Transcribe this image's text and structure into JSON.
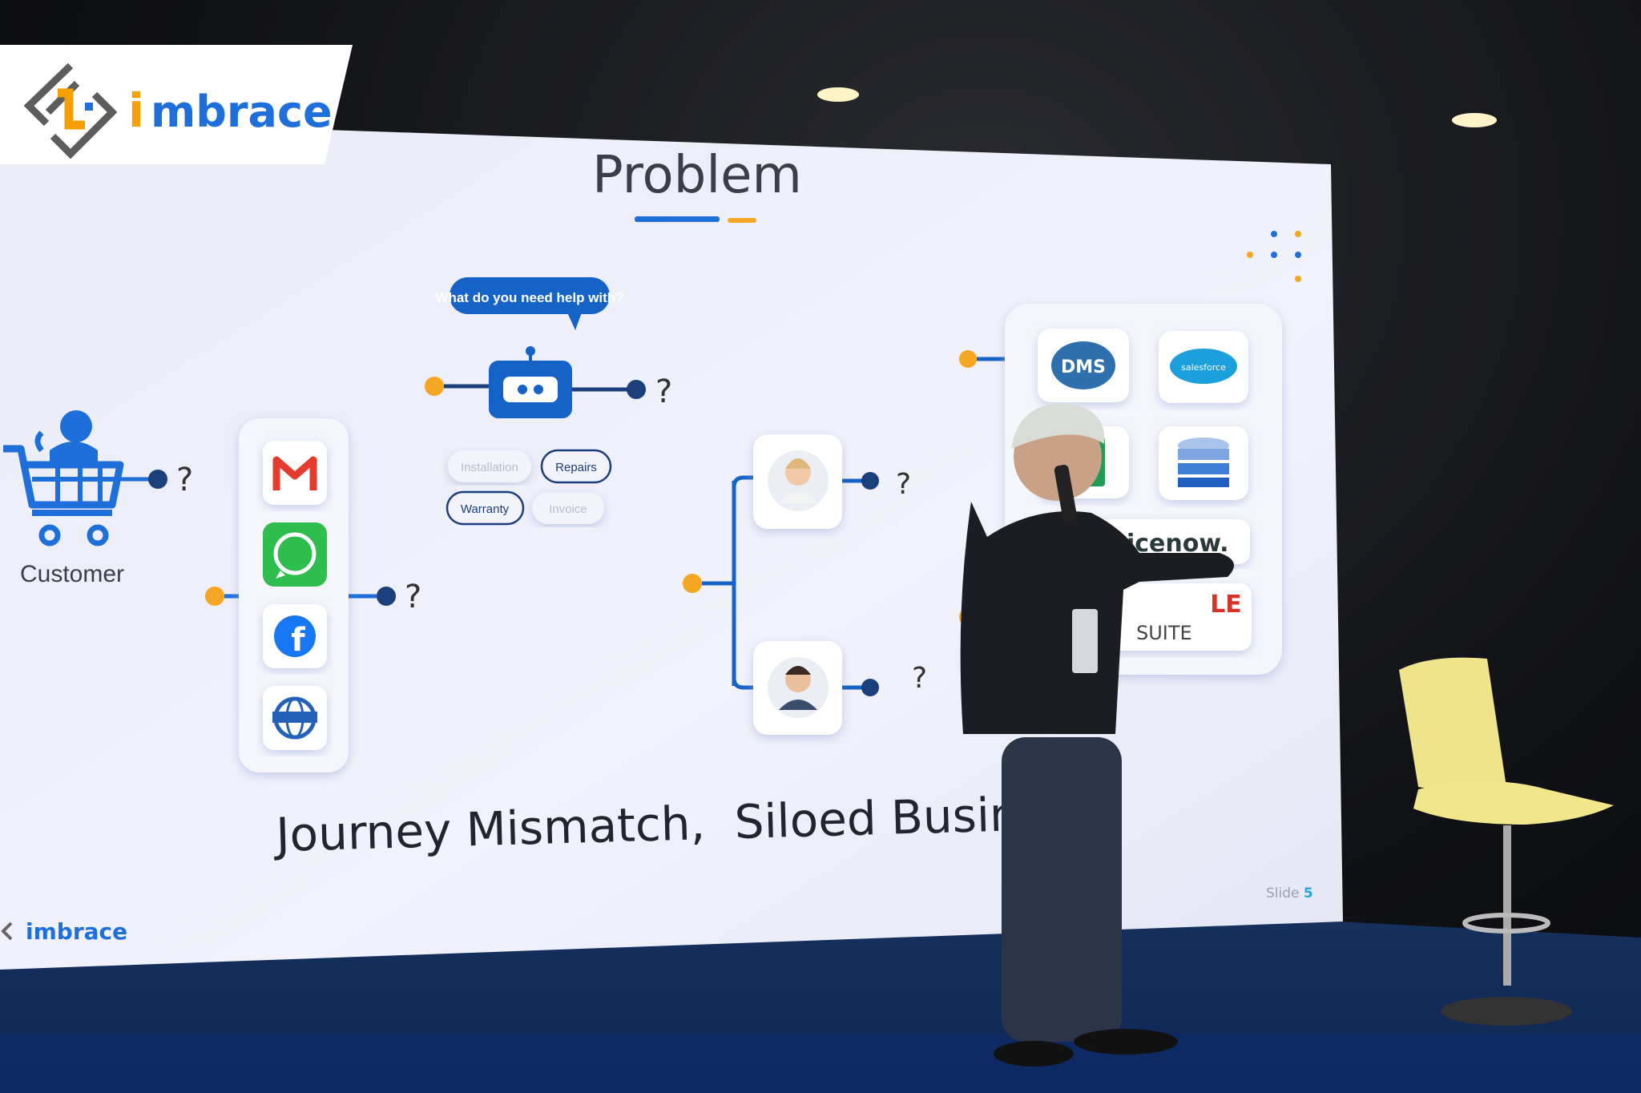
{
  "corner_logo": {
    "wordmark": "imbrace"
  },
  "slide": {
    "title": "Problem",
    "customer_label": "Customer",
    "bot_bubble": "What do you need help with?",
    "chips": [
      "Installation",
      "Repairs",
      "Warranty",
      "Invoice"
    ],
    "unknown_marker": "?",
    "systems": [
      "DMS",
      "salesforce",
      "vicenow.",
      "SUITE"
    ],
    "headline": "Journey Mismatch,  Siloed Business",
    "slide_label": "Slide",
    "slide_number": "5",
    "footer_logo": "imbrace"
  },
  "colors": {
    "brand_blue": "#1e6fd9",
    "brand_orange": "#f5a623",
    "dark_dot": "#1a3f7a",
    "screen": "#eef0fa",
    "stage_floor": "#1d3f78",
    "chair": "#f1e58a"
  },
  "icons": [
    "shopping-cart-icon",
    "gmail-icon",
    "whatsapp-icon",
    "facebook-icon",
    "web-globe-icon",
    "chatbot-icon",
    "database-icon",
    "google-sheets-icon"
  ]
}
